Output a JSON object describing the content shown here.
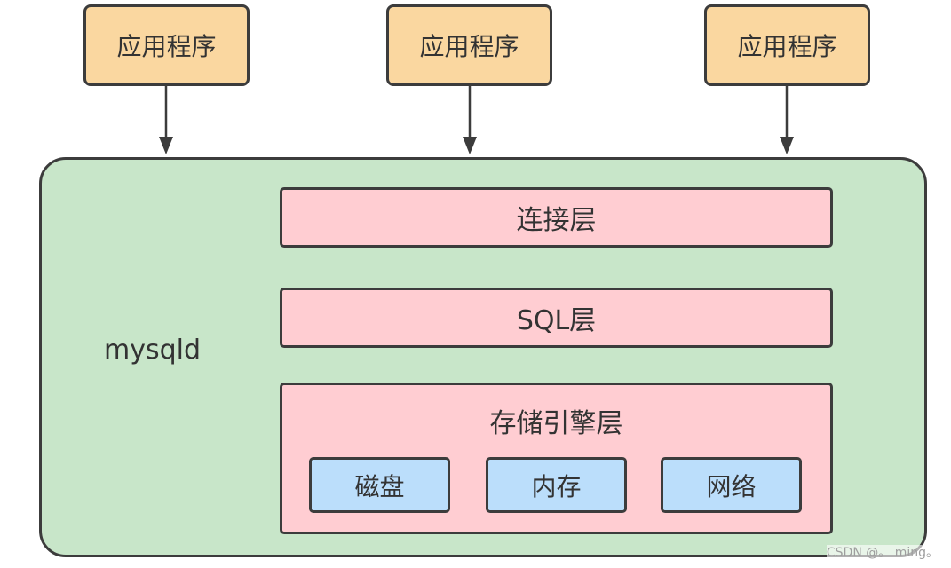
{
  "apps": [
    {
      "label": "应用程序"
    },
    {
      "label": "应用程序"
    },
    {
      "label": "应用程序"
    }
  ],
  "mysqld": {
    "label": "mysqld",
    "layers": {
      "connection": "连接层",
      "sql": "SQL层",
      "storage": {
        "title": "存储引擎层",
        "components": [
          "磁盘",
          "内存",
          "网络"
        ]
      }
    }
  },
  "watermark": "CSDN @。 ming。",
  "colors": {
    "app_fill": "#fad7a0",
    "mysqld_fill": "#c8e6c9",
    "layer_fill": "#ffcdd2",
    "component_fill": "#bbdefb",
    "stroke": "#3c3c3c"
  }
}
